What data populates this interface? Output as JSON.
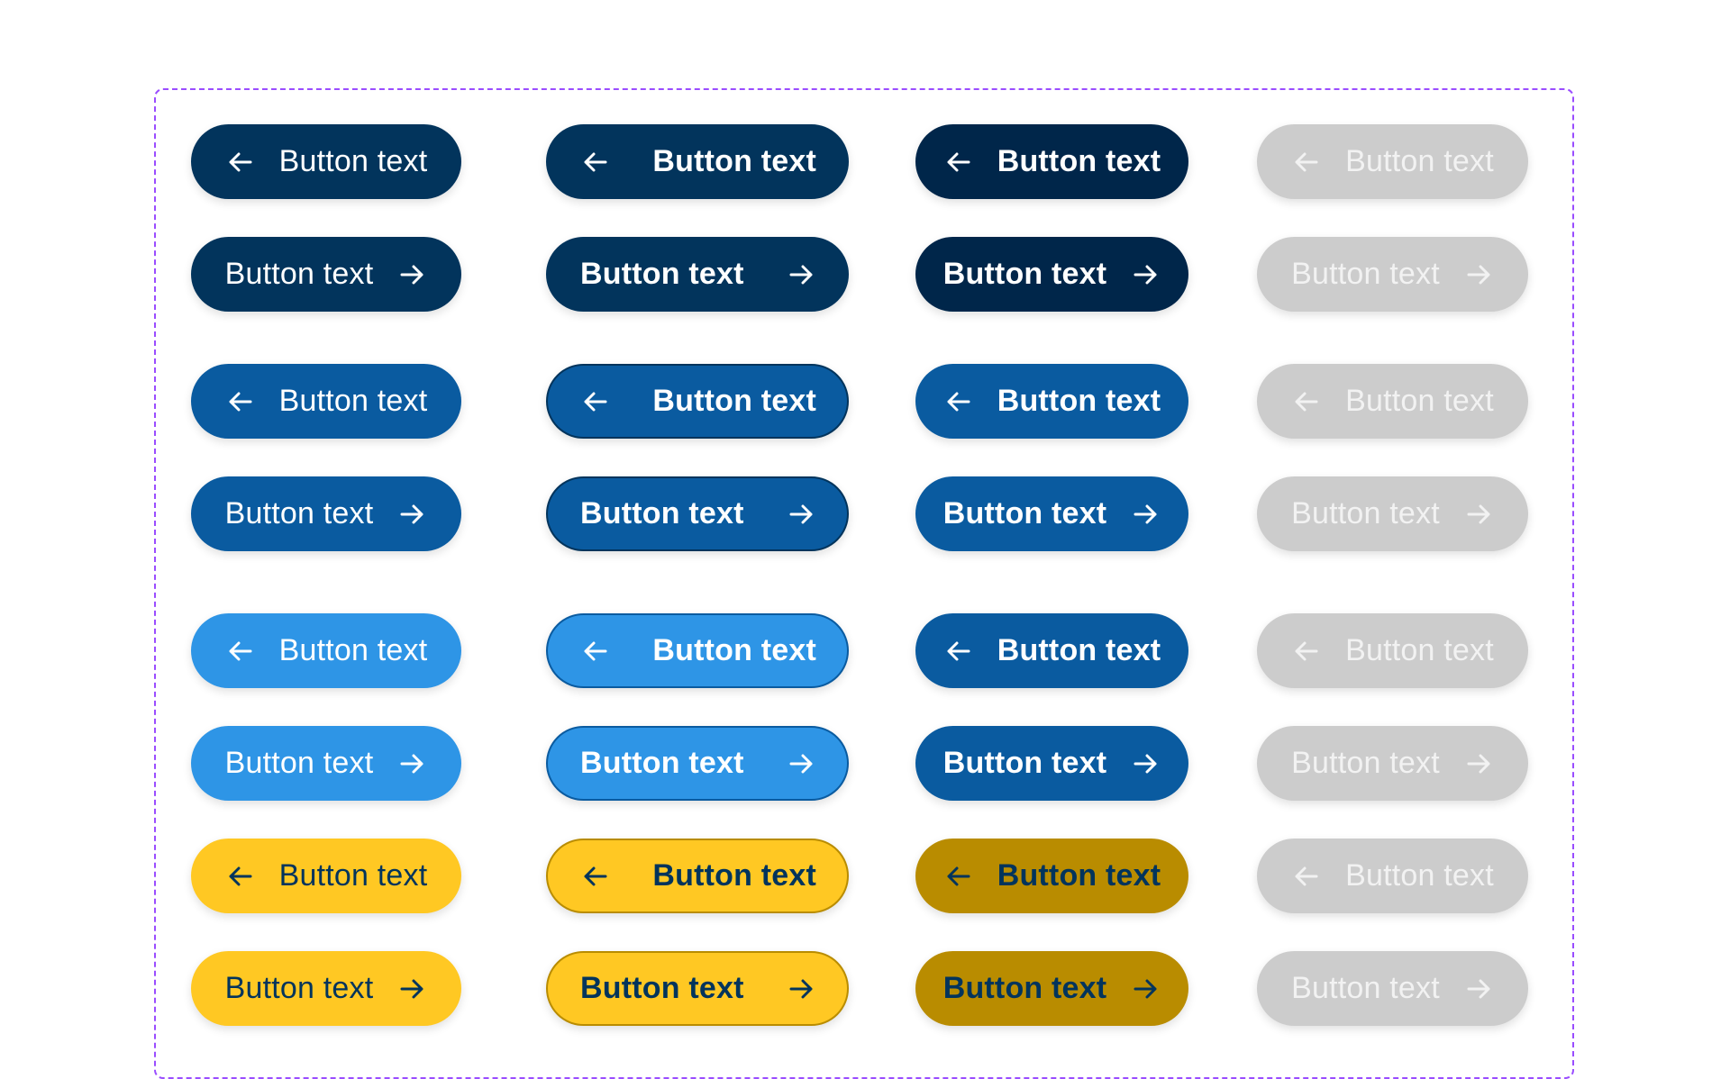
{
  "label": "Button text",
  "groups": [
    {
      "name": "primary-dark",
      "bg": [
        "#02345C",
        "#02345C",
        "#00264A",
        "#CCCCCC"
      ],
      "fg": [
        "#FFFFFF",
        "#FFFFFF",
        "#FFFFFF",
        "#F2F2F2"
      ],
      "border": [
        "none",
        "#02345C",
        "none",
        "none"
      ]
    },
    {
      "name": "primary",
      "bg": [
        "#0A5BA0",
        "#0A5BA0",
        "#0A5BA0",
        "#CCCCCC"
      ],
      "fg": [
        "#FFFFFF",
        "#FFFFFF",
        "#FFFFFF",
        "#F2F2F2"
      ],
      "border": [
        "none",
        "#02345C",
        "none",
        "none"
      ]
    },
    {
      "name": "secondary",
      "bg": [
        "#2E95E6",
        "#2E95E6",
        "#0A5BA0",
        "#CCCCCC"
      ],
      "fg": [
        "#FFFFFF",
        "#FFFFFF",
        "#FFFFFF",
        "#F2F2F2"
      ],
      "border": [
        "none",
        "#0A5BA0",
        "none",
        "none"
      ]
    },
    {
      "name": "accent",
      "bg": [
        "#FFC823",
        "#FFC823",
        "#B98C00",
        "#CCCCCC"
      ],
      "fg": [
        "#02345C",
        "#02345C",
        "#02345C",
        "#F2F2F2"
      ],
      "border": [
        "none",
        "#B98C00",
        "none",
        "none"
      ]
    }
  ],
  "states": [
    "default",
    "outlined",
    "pressed",
    "disabled"
  ]
}
